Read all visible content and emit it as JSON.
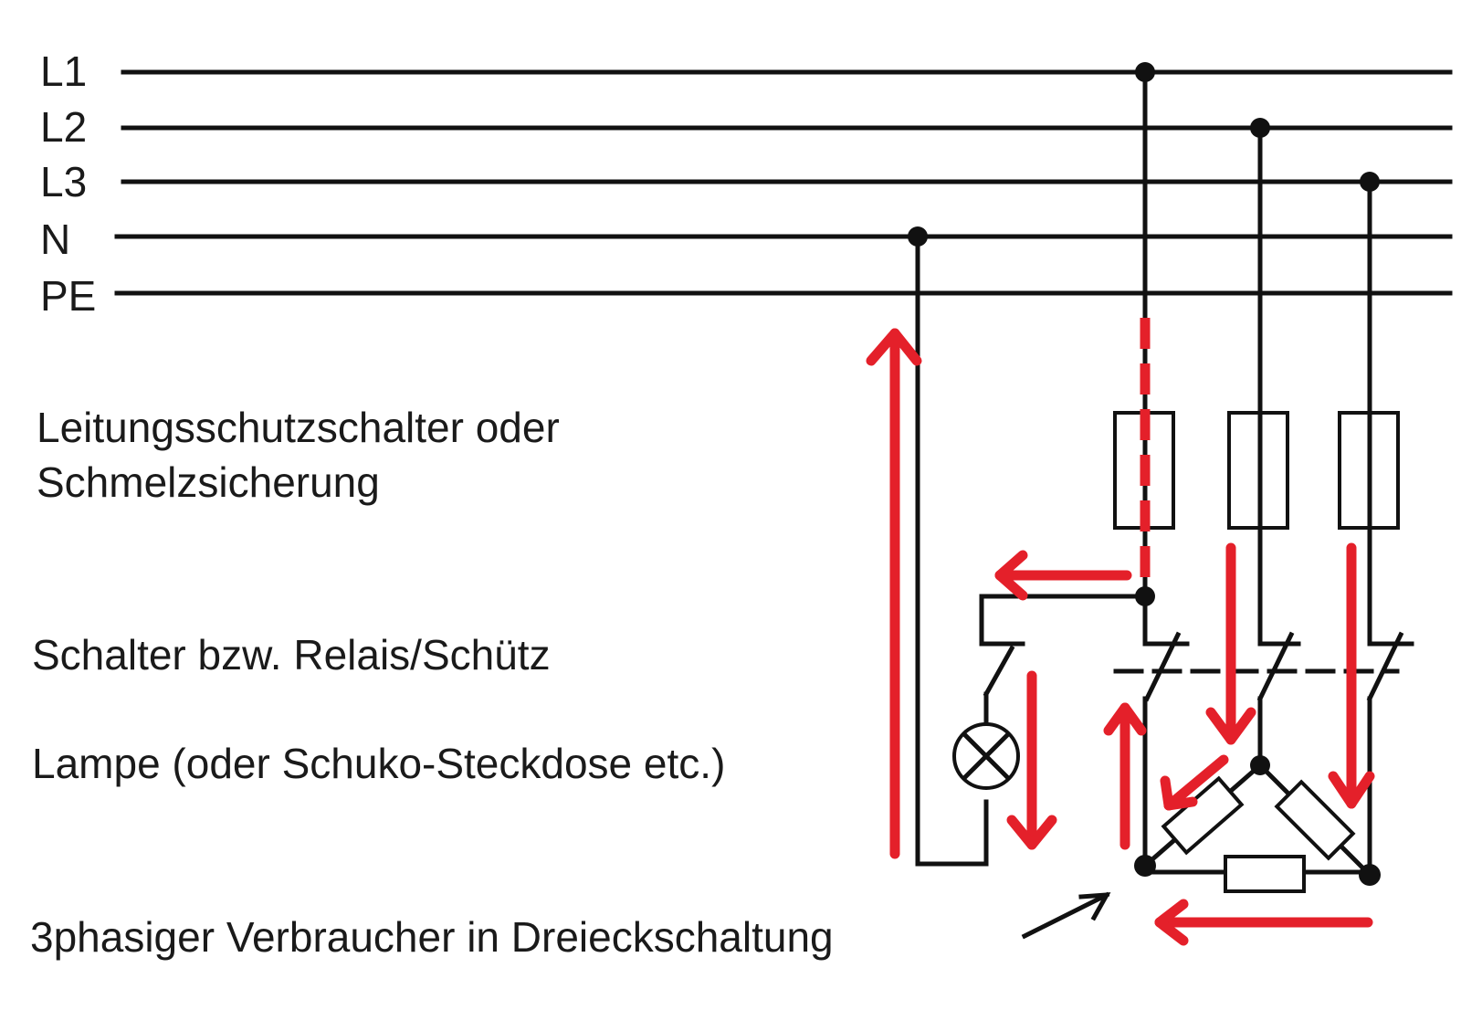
{
  "rails": {
    "l1": "L1",
    "l2": "L2",
    "l3": "L3",
    "n": "N",
    "pe": "PE"
  },
  "labels": {
    "breaker_line1": "Leitungsschutzschalter oder",
    "breaker_line2": "Schmelzsicherung",
    "switch": "Schalter bzw. Relais/Schütz",
    "lamp": "Lampe (oder Schuko-Steckdose etc.)",
    "consumer": "3phasiger Verbraucher in Dreieckschaltung"
  },
  "colors": {
    "wire": "#111111",
    "current_arrow": "#e4202a",
    "background": "#ffffff"
  }
}
